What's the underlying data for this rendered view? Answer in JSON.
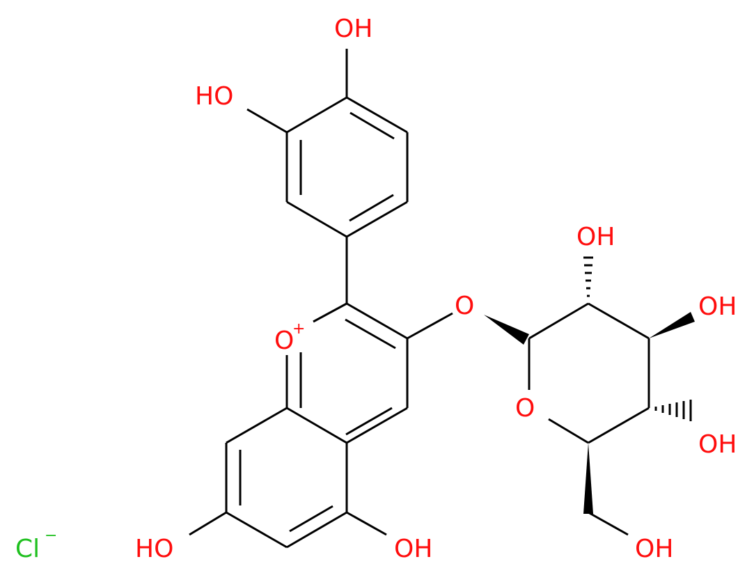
{
  "colors": {
    "bond": "#000000",
    "oxygen": "#ff0d0d",
    "chlorine": "#1fc01f",
    "background": "#ffffff"
  },
  "atoms": {
    "oh_top": "OH",
    "ho_meta": "HO",
    "ring_oxygen_cation": "O",
    "cation_charge": "+",
    "glycosidic_oxygen": "O",
    "sugar_ring_oxygen": "O",
    "sugar_oh_top": "OH",
    "sugar_oh_right": "OH",
    "sugar_oh_lower_right": "OH",
    "sugar_ch2oh": "OH",
    "ho_c7": "HO",
    "oh_c5": "OH",
    "chloride": "Cl",
    "chloride_charge": "−"
  }
}
